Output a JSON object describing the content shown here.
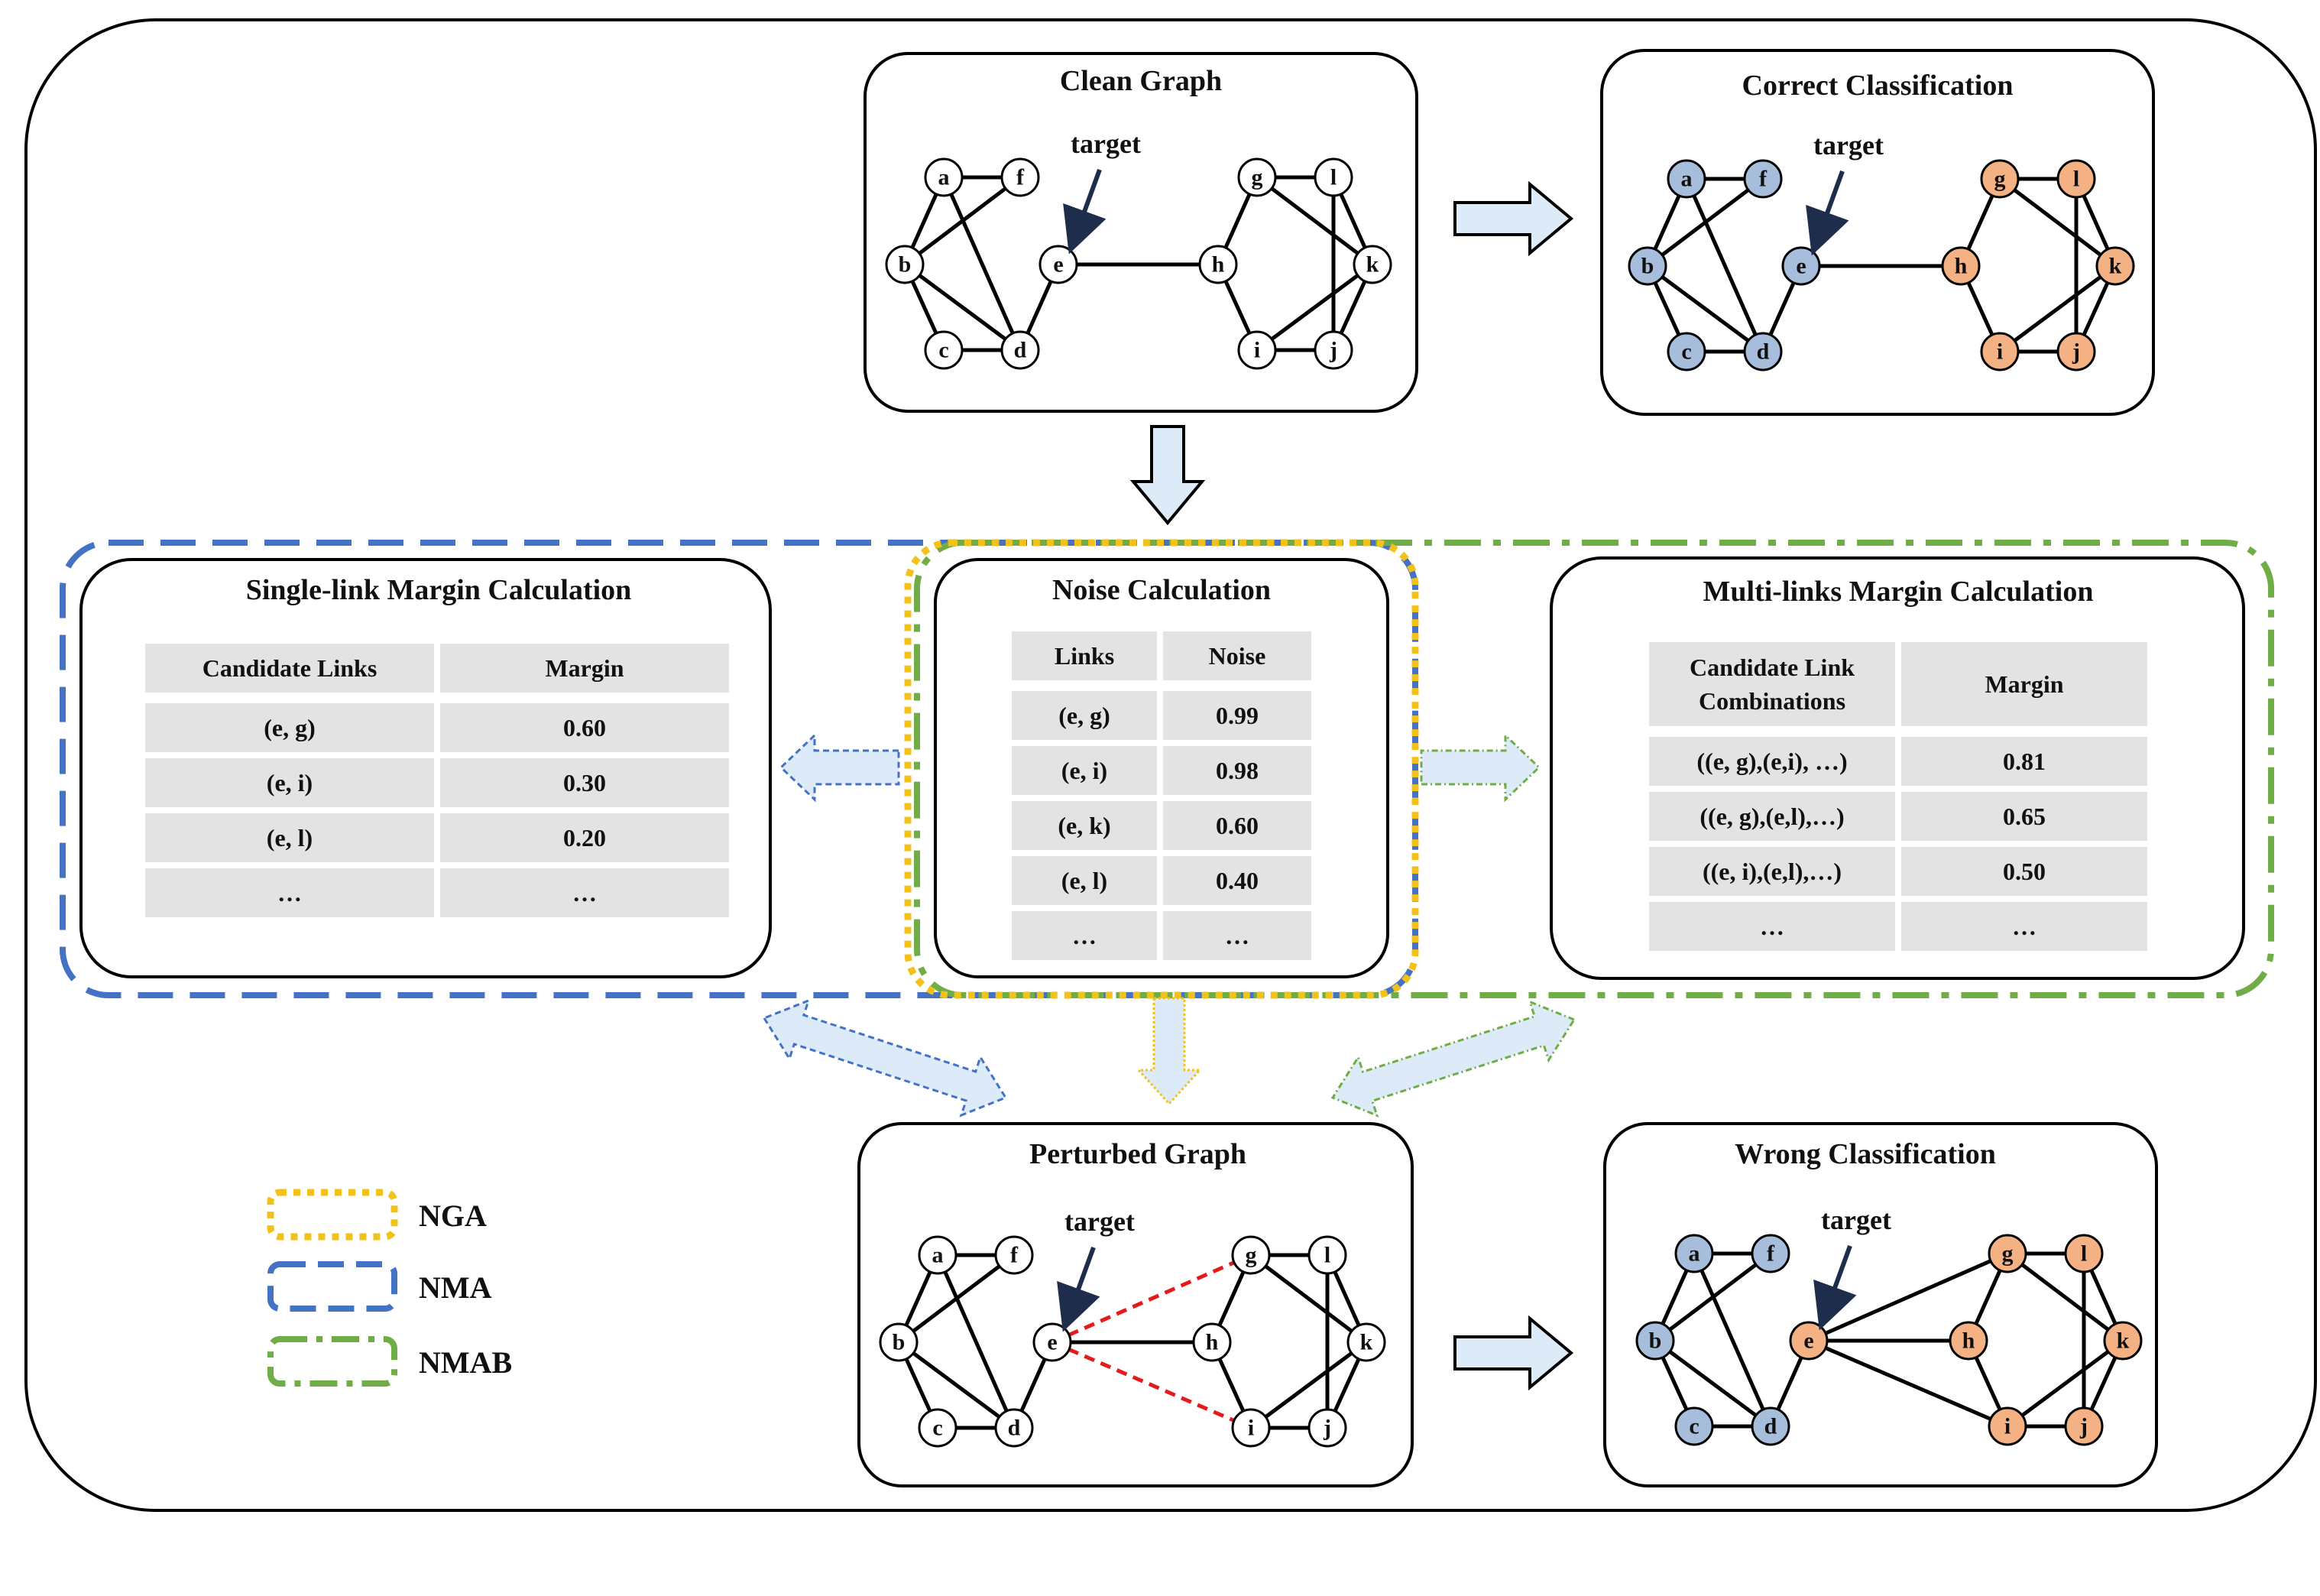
{
  "colors": {
    "blue_node": "#a6bddb",
    "blue_node_stroke": "#4a72b5",
    "orange_node": "#f4b183",
    "orange_node_stroke": "#e07b39",
    "white_node": "#ffffff",
    "nga": "#f2c21b",
    "nma": "#4472c4",
    "nmab": "#70ad47",
    "arrow_fill": "#ddeaf7",
    "cell_bg": "#e3e3e3",
    "attack_edge": "#e41a1c"
  },
  "target_label": "target",
  "panels": {
    "clean_graph": {
      "title": "Clean Graph"
    },
    "correct_classification": {
      "title": "Correct Classification"
    },
    "perturbed_graph": {
      "title": "Perturbed Graph"
    },
    "wrong_classification": {
      "title": "Wrong Classification"
    }
  },
  "nodes": [
    "a",
    "b",
    "c",
    "d",
    "e",
    "f",
    "g",
    "h",
    "i",
    "j",
    "k",
    "l"
  ],
  "single_link": {
    "title": "Single-link Margin Calculation",
    "headers": [
      "Candidate Links",
      "Margin"
    ],
    "rows": [
      [
        "(e, g)",
        "0.60"
      ],
      [
        "(e, i)",
        "0.30"
      ],
      [
        "(e, l)",
        "0.20"
      ],
      [
        "…",
        "…"
      ]
    ]
  },
  "noise": {
    "title": "Noise Calculation",
    "headers": [
      "Links",
      "Noise"
    ],
    "rows": [
      [
        "(e, g)",
        "0.99"
      ],
      [
        "(e, i)",
        "0.98"
      ],
      [
        "(e, k)",
        "0.60"
      ],
      [
        "(e, l)",
        "0.40"
      ],
      [
        "…",
        "…"
      ]
    ]
  },
  "multi_link": {
    "title": "Multi-links Margin Calculation",
    "headers": [
      "Candidate Link Combinations",
      "Margin"
    ],
    "header_lines": [
      "Candidate Link",
      "Combinations"
    ],
    "rows": [
      [
        "((e, g),(e,i), …)",
        "0.81"
      ],
      [
        "((e, g),(e,l),…)",
        "0.65"
      ],
      [
        "((e, i),(e,l),…)",
        "0.50"
      ],
      [
        "…",
        "…"
      ]
    ]
  },
  "legend": [
    {
      "label": "NGA",
      "style": "dotted"
    },
    {
      "label": "NMA",
      "style": "dashed"
    },
    {
      "label": "NMAB",
      "style": "dashdot"
    }
  ]
}
